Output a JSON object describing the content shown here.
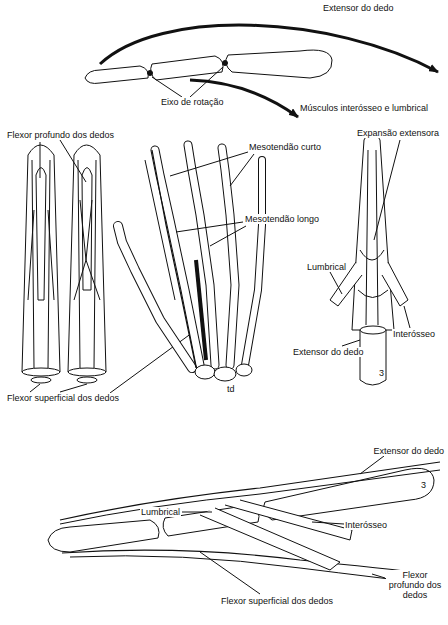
{
  "diagram": {
    "labels": [
      "Extensor do dedo",
      "Eixo de rotação",
      "Músculos interósseo e lumbrical",
      "Flexor profundo dos dedos",
      "Mesotendão curto",
      "Mesotendão longo",
      "Expansão extensora",
      "Lumbrical",
      "Extensor do dedo",
      "Interósseo",
      "3",
      "td",
      "Flexor superficial dos dedos",
      "Extensor do dedo",
      "Lumbrical",
      "Interósseo",
      "3",
      "Flexor superficial dos dedos",
      "Flexor profundo dos dedos"
    ]
  }
}
